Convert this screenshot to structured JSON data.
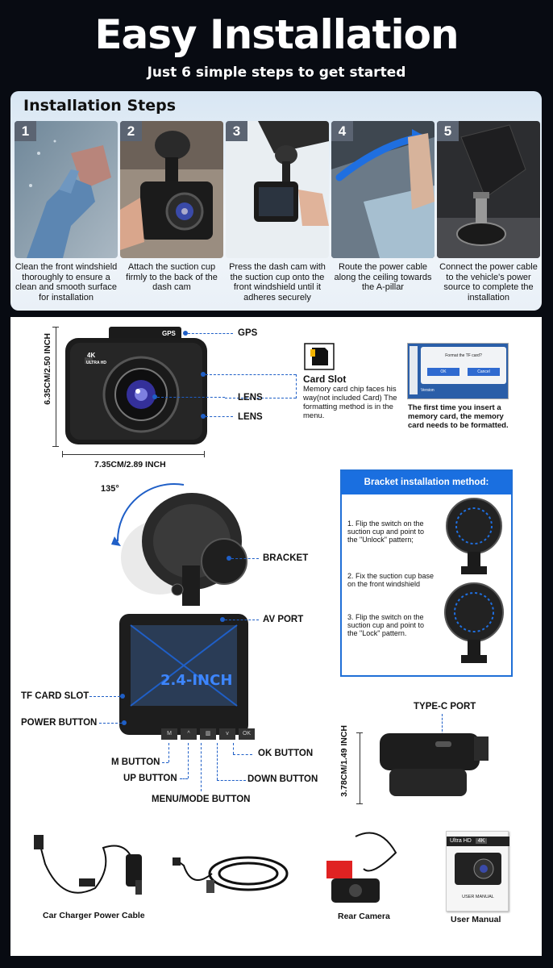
{
  "header": {
    "title": "Easy Installation",
    "subtitle": "Just 6 simple steps to get started"
  },
  "steps": {
    "heading": "Installation Steps",
    "items": [
      {
        "number": "1",
        "text": "Clean the front windshield thoroughly to ensure a clean and smooth surface for installation"
      },
      {
        "number": "2",
        "text": "Attach the suction cup firmly to the back of the dash cam"
      },
      {
        "number": "3",
        "text": "Press the dash cam with the suction cup onto the front windshield until it adheres securely"
      },
      {
        "number": "4",
        "text": "Route the power cable along the ceiling towards the A-pillar"
      },
      {
        "number": "5",
        "text": "Connect the power cable to the vehicle's power source to complete the installation"
      }
    ]
  },
  "camera_front": {
    "badge_gps": "GPS",
    "badge_4k": "4K",
    "badge_uhd": "ULTRA HD",
    "callouts": {
      "gps": "GPS",
      "lens1": "LENS",
      "lens2": "LENS"
    },
    "height_dim": "6.35CM/2.50 INCH",
    "width_dim": "7.35CM/2.89 INCH"
  },
  "card_slot": {
    "title": "Card Slot",
    "desc": "Memory card chip faces his way(not included Card) The formatting method is in the menu."
  },
  "format_screen": {
    "prompt": "Format the TF card?",
    "ok": "OK",
    "cancel": "Cancel",
    "version": "Version",
    "note": "The first time you insert a memory card, the memory card needs to be formatted."
  },
  "camera_side": {
    "angle": "135°",
    "screen_label": "2.4-INCH",
    "callouts": {
      "bracket": "BRACKET",
      "av_port": "AV PORT",
      "tf_slot": "TF CARD SLOT",
      "power": "POWER BUTTON",
      "m_button": "M BUTTON",
      "up_button": "UP BUTTON",
      "menu_mode": "MENU/MODE BUTTON",
      "ok_button": "OK BUTTON",
      "down_button": "DOWN BUTTON"
    },
    "buttons": [
      "M",
      "^",
      "▥",
      "v",
      "OK"
    ]
  },
  "bracket_method": {
    "heading": "Bracket installation method:",
    "steps": [
      "1. Flip the switch on the suction cup and point to the \"Unlock\" pattern;",
      "2. Fix the suction cup base on the front windshield",
      "3. Flip the switch on the suction cup and point to the \"Lock\" pattern."
    ]
  },
  "rear_view": {
    "type_c": "TYPE-C PORT",
    "height_dim": "3.78CM/1.49 INCH"
  },
  "accessories": {
    "charger": "Car Charger Power Cable",
    "rear_camera": "Rear Camera",
    "manual": "User Manual",
    "manual_cover_title": "Ultra HD",
    "manual_cover_badge": "4K",
    "manual_cover_caption": "USER MANUAL"
  }
}
